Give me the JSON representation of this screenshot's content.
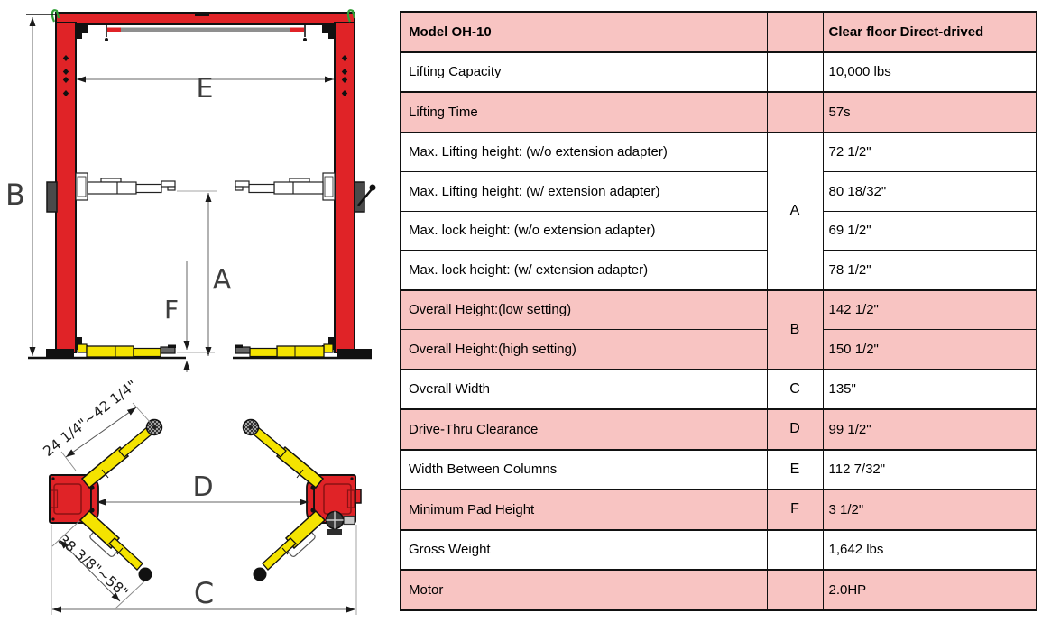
{
  "diagram": {
    "front_view": {
      "dim_b": "B",
      "dim_e": "E",
      "dim_a": "A",
      "dim_f": "F"
    },
    "top_view": {
      "dim_c": "C",
      "dim_d": "D",
      "front_arm_range": "24 1/4\"~42 1/4\"",
      "rear_arm_range": "38 3/8\"~58\""
    },
    "colors": {
      "column_red": "#e02327",
      "arm_yellow": "#f4e300",
      "row_pink": "#f8c4c2"
    }
  },
  "table": {
    "header": {
      "label": "Model OH-10",
      "letter": "",
      "value": "Clear floor Direct-drived"
    },
    "rows": [
      {
        "label": "Lifting Capacity",
        "letter": "",
        "value": "10,000 lbs"
      },
      {
        "label": "Lifting Time",
        "letter": "",
        "value": "57s"
      },
      {
        "label": "Max. Lifting height: (w/o extension adapter)",
        "letter": "A",
        "value": "72 1/2\""
      },
      {
        "label": "Max. Lifting height: (w/ extension adapter)",
        "letter": "",
        "value": "80 18/32\""
      },
      {
        "label": "Max. lock height: (w/o extension adapter)",
        "letter": "",
        "value": "69 1/2\""
      },
      {
        "label": "Max. lock height: (w/ extension adapter)",
        "letter": "",
        "value": "78 1/2\""
      },
      {
        "label": "Overall Height:(low setting)",
        "letter": "B",
        "value": "142 1/2\""
      },
      {
        "label": "Overall Height:(high setting)",
        "letter": "",
        "value": "150 1/2\""
      },
      {
        "label": "Overall Width",
        "letter": "C",
        "value": "135\""
      },
      {
        "label": "Drive-Thru Clearance",
        "letter": "D",
        "value": "99 1/2\""
      },
      {
        "label": "Width Between Columns",
        "letter": "E",
        "value": "112 7/32\""
      },
      {
        "label": "Minimum Pad Height",
        "letter": "F",
        "value": "3 1/2\""
      },
      {
        "label": "Gross Weight",
        "letter": "",
        "value": "1,642 lbs"
      },
      {
        "label": "Motor",
        "letter": "",
        "value": "2.0HP"
      }
    ]
  }
}
